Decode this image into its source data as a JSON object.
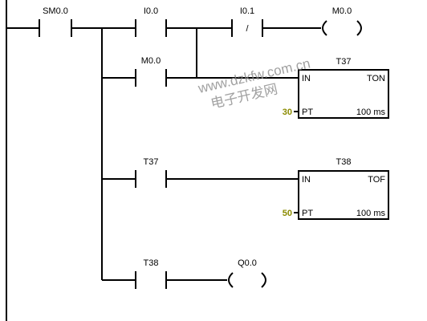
{
  "rungs": {
    "sm00_label": "SM0.0",
    "i00_label": "I0.0",
    "i01_label": "I0.1",
    "i01_symbol": "/",
    "m00_coil_label": "M0.0",
    "m00_contact_label": "M0.0",
    "t37_contact_label": "T37",
    "t38_contact_label": "T38",
    "q00_coil_label": "Q0.0"
  },
  "timers": {
    "ton": {
      "name": "T37",
      "type": "TON",
      "in_label": "IN",
      "pt_label": "PT",
      "preset": "30",
      "base": "100 ms"
    },
    "tof": {
      "name": "T38",
      "type": "TOF",
      "in_label": "IN",
      "pt_label": "PT",
      "preset": "50",
      "base": "100 ms"
    }
  },
  "watermark": {
    "url": "www.dzkfw.com.cn",
    "name": "电子开发网"
  },
  "colors": {
    "line": "#000000",
    "preset": "#8b8b00",
    "watermark": "#8a8a8a"
  }
}
